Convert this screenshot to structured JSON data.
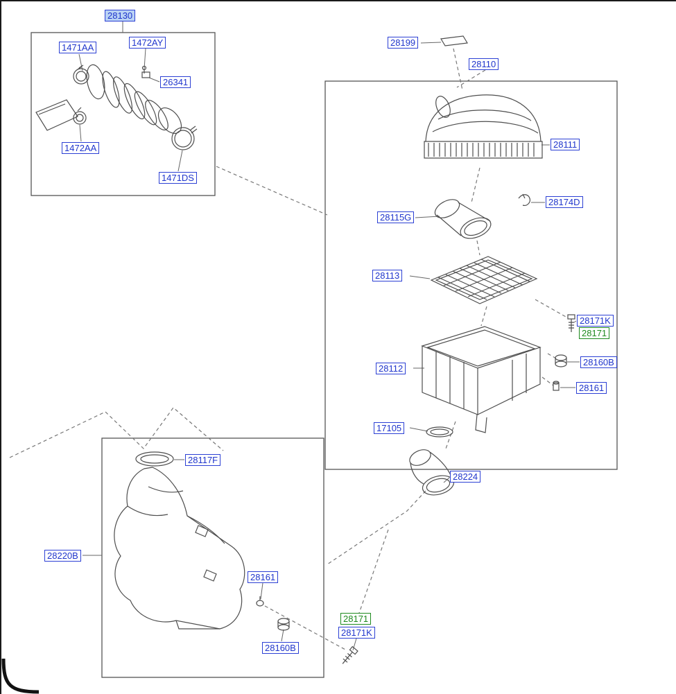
{
  "diagram": {
    "type": "exploded-parts-diagram",
    "subject": "air-cleaner-and-intake-assembly",
    "colors": {
      "label_text": "#1f35cc",
      "label_border": "#2b3fd4",
      "highlight_text": "#1e8a1e",
      "highlight_border": "#1e8a1e",
      "selected_background": "#b9d2f4",
      "line_art": "#4d4d4d"
    },
    "labels": [
      {
        "text": "28130",
        "highlighted": false,
        "selected": true
      },
      {
        "text": "1471AA",
        "highlighted": false,
        "selected": false
      },
      {
        "text": "1472AY",
        "highlighted": false,
        "selected": false
      },
      {
        "text": "26341",
        "highlighted": false,
        "selected": false
      },
      {
        "text": "1472AA",
        "highlighted": false,
        "selected": false
      },
      {
        "text": "1471DS",
        "highlighted": false,
        "selected": false
      },
      {
        "text": "28199",
        "highlighted": false,
        "selected": false
      },
      {
        "text": "28110",
        "highlighted": false,
        "selected": false
      },
      {
        "text": "28111",
        "highlighted": false,
        "selected": false
      },
      {
        "text": "28174D",
        "highlighted": false,
        "selected": false
      },
      {
        "text": "28115G",
        "highlighted": false,
        "selected": false
      },
      {
        "text": "28113",
        "highlighted": false,
        "selected": false
      },
      {
        "text": "28171K",
        "highlighted": false,
        "selected": false
      },
      {
        "text": "28171",
        "highlighted": true,
        "selected": false
      },
      {
        "text": "28160B",
        "highlighted": false,
        "selected": false
      },
      {
        "text": "28161",
        "highlighted": false,
        "selected": false
      },
      {
        "text": "28112",
        "highlighted": false,
        "selected": false
      },
      {
        "text": "17105",
        "highlighted": false,
        "selected": false
      },
      {
        "text": "28224",
        "highlighted": false,
        "selected": false
      },
      {
        "text": "28117F",
        "highlighted": false,
        "selected": false
      },
      {
        "text": "28220B",
        "highlighted": false,
        "selected": false
      },
      {
        "text": "28161",
        "highlighted": false,
        "selected": false
      },
      {
        "text": "28160B",
        "highlighted": false,
        "selected": false
      },
      {
        "text": "28171",
        "highlighted": true,
        "selected": false
      },
      {
        "text": "28171K",
        "highlighted": false,
        "selected": false
      }
    ]
  }
}
